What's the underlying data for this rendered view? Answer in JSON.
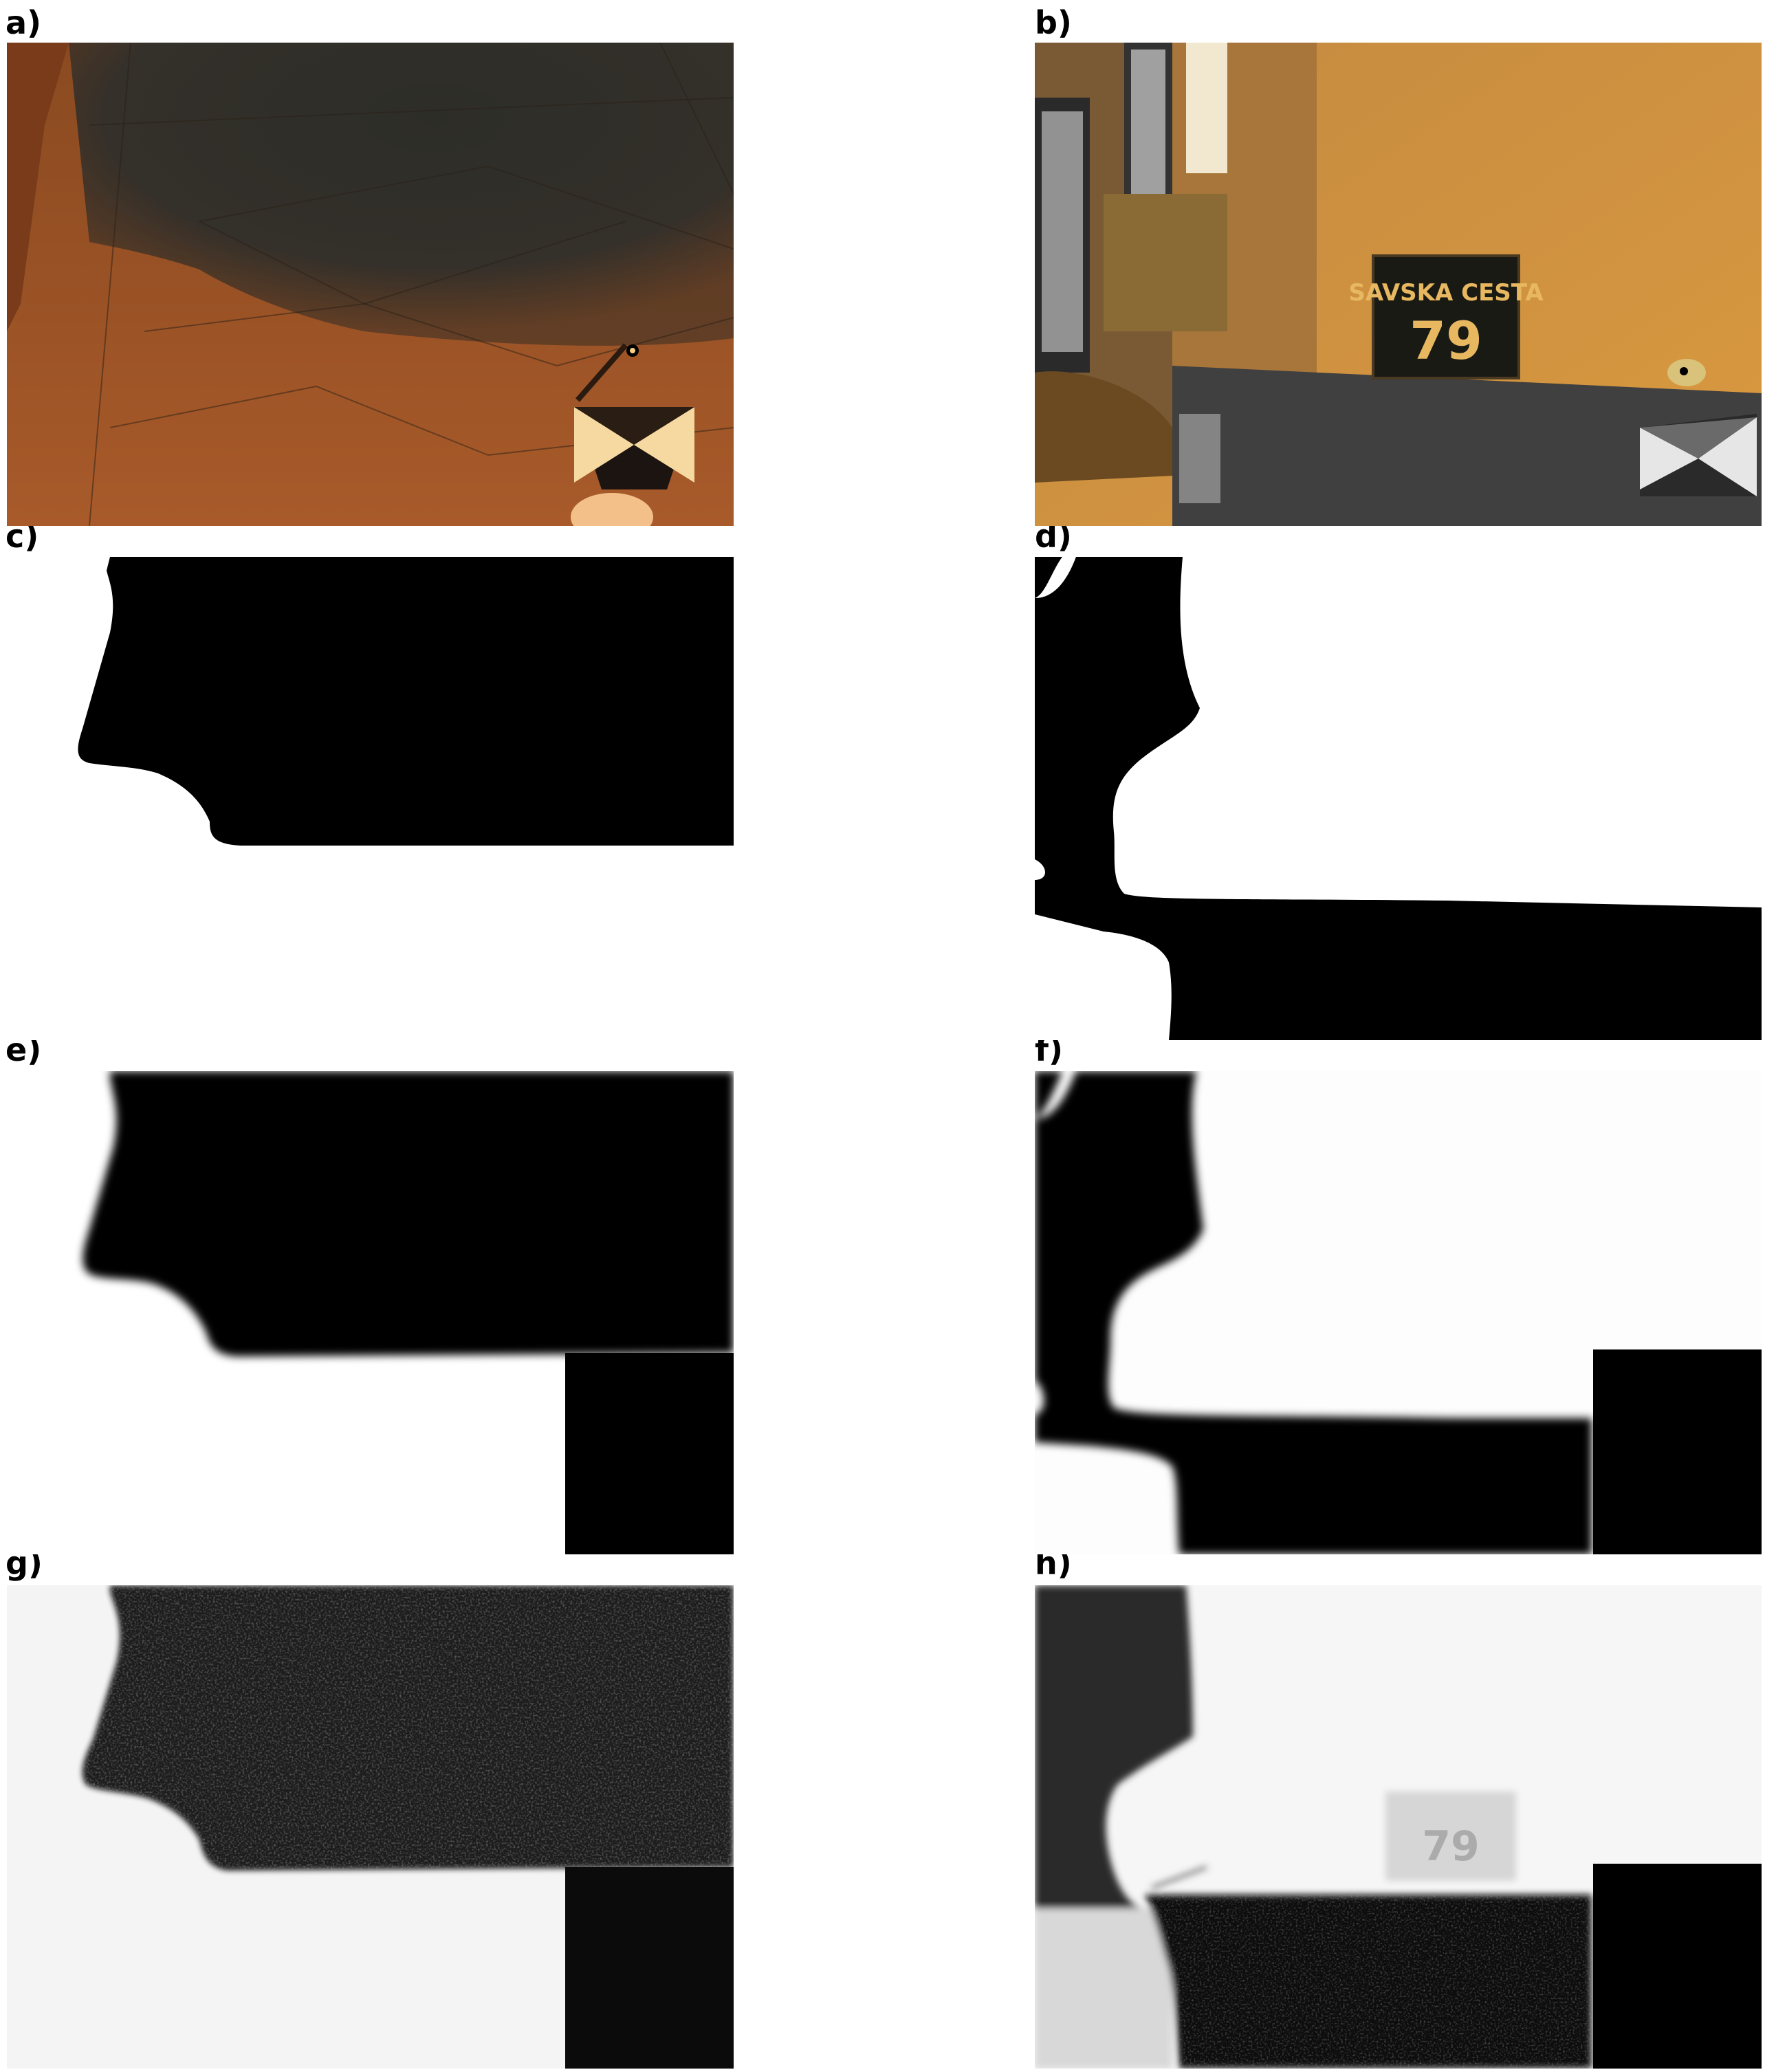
{
  "labels": {
    "a": "a)",
    "b": "b)",
    "c": "c)",
    "d": "d)",
    "e": "e)",
    "f": "f)",
    "g": "g)",
    "h": "h)"
  },
  "sign": {
    "street": "SAVSKA CESTA",
    "number": "79"
  }
}
